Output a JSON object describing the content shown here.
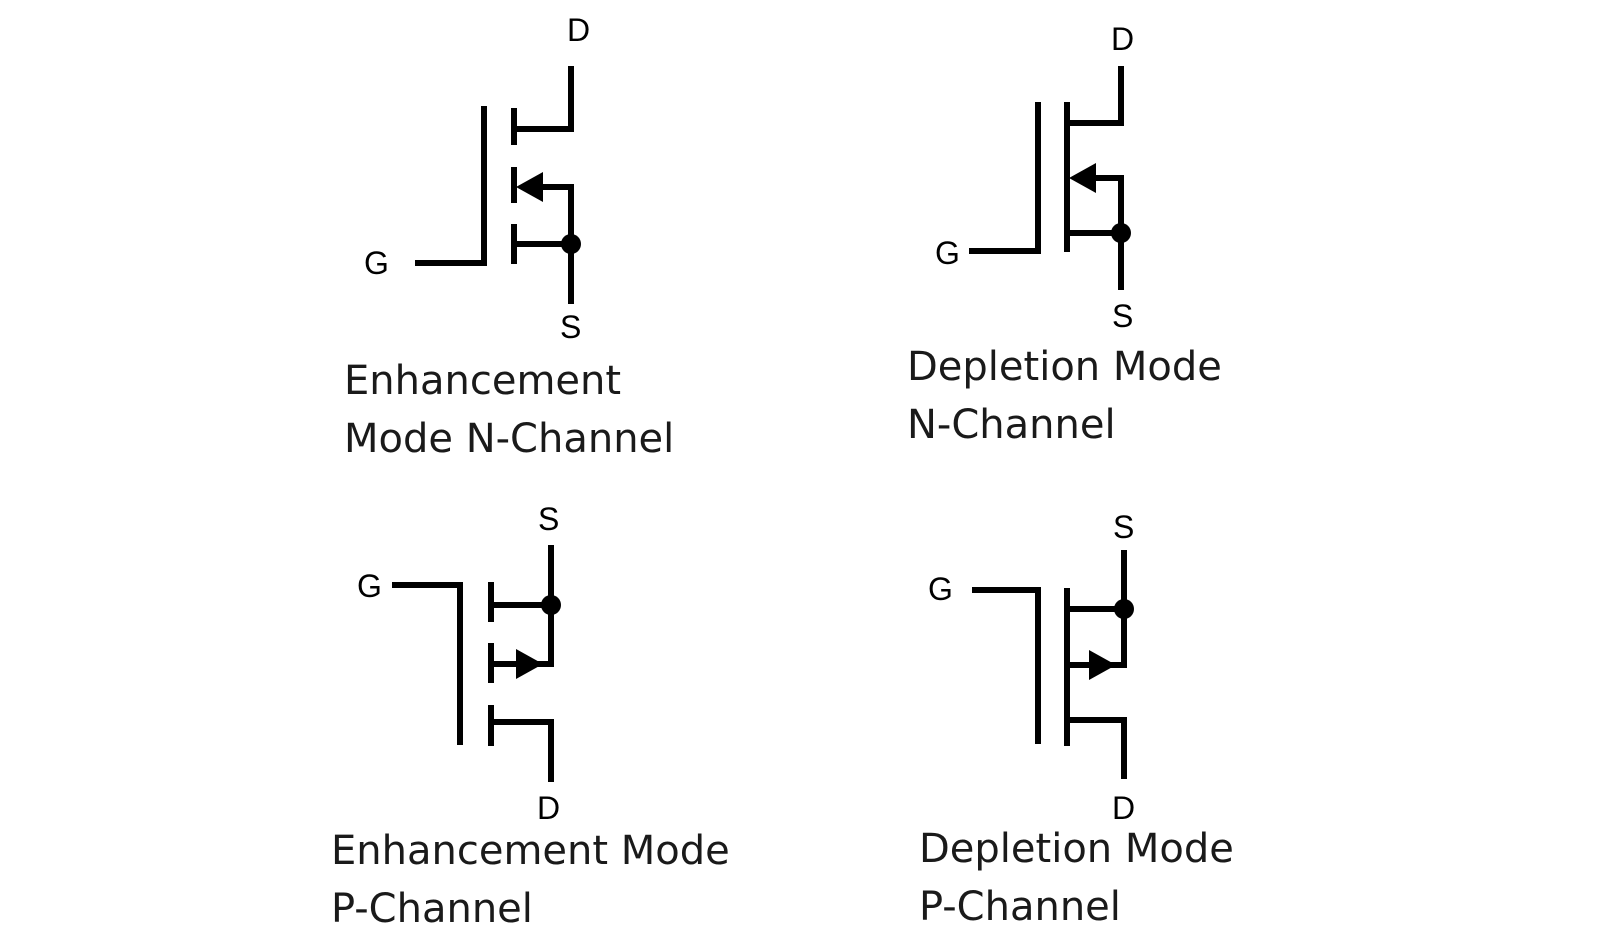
{
  "symbols": [
    {
      "id": "enhancement-n",
      "pins": {
        "gate": "G",
        "drain": "D",
        "source": "S"
      },
      "caption": [
        "Enhancement",
        "Mode N-Channel"
      ]
    },
    {
      "id": "depletion-n",
      "pins": {
        "gate": "G",
        "drain": "D",
        "source": "S"
      },
      "caption": [
        "Depletion Mode",
        "N-Channel"
      ]
    },
    {
      "id": "enhancement-p",
      "pins": {
        "gate": "G",
        "drain": "D",
        "source": "S"
      },
      "caption": [
        "Enhancement Mode",
        "P-Channel"
      ]
    },
    {
      "id": "depletion-p",
      "pins": {
        "gate": "G",
        "drain": "D",
        "source": "S"
      },
      "caption": [
        "Depletion Mode",
        "P-Channel"
      ]
    }
  ]
}
